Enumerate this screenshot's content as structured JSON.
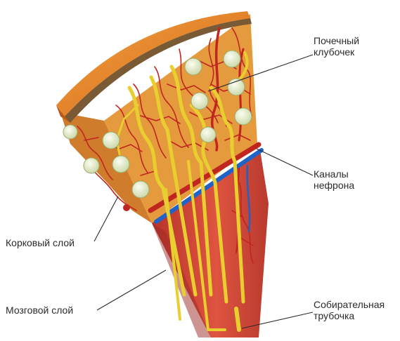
{
  "labels": {
    "glomerulus": {
      "line1": "Почечный",
      "line2": "клубочек"
    },
    "nephron_canals": {
      "line1": "Каналы",
      "line2": "нефрона"
    },
    "cortex": "Корковый слой",
    "medulla": "Мозговой слой",
    "collecting_duct": {
      "line1": "Собирательная",
      "line2": "трубочка"
    }
  },
  "colors": {
    "capsule": "#e4771f",
    "cortex": "#e59a3a",
    "medulla": "#d5473a",
    "tubule": "#e8cf2f",
    "vessel_red": "#c0261f",
    "vessel_blue": "#1f63c8",
    "glomerulus": "#e2ecc8"
  }
}
